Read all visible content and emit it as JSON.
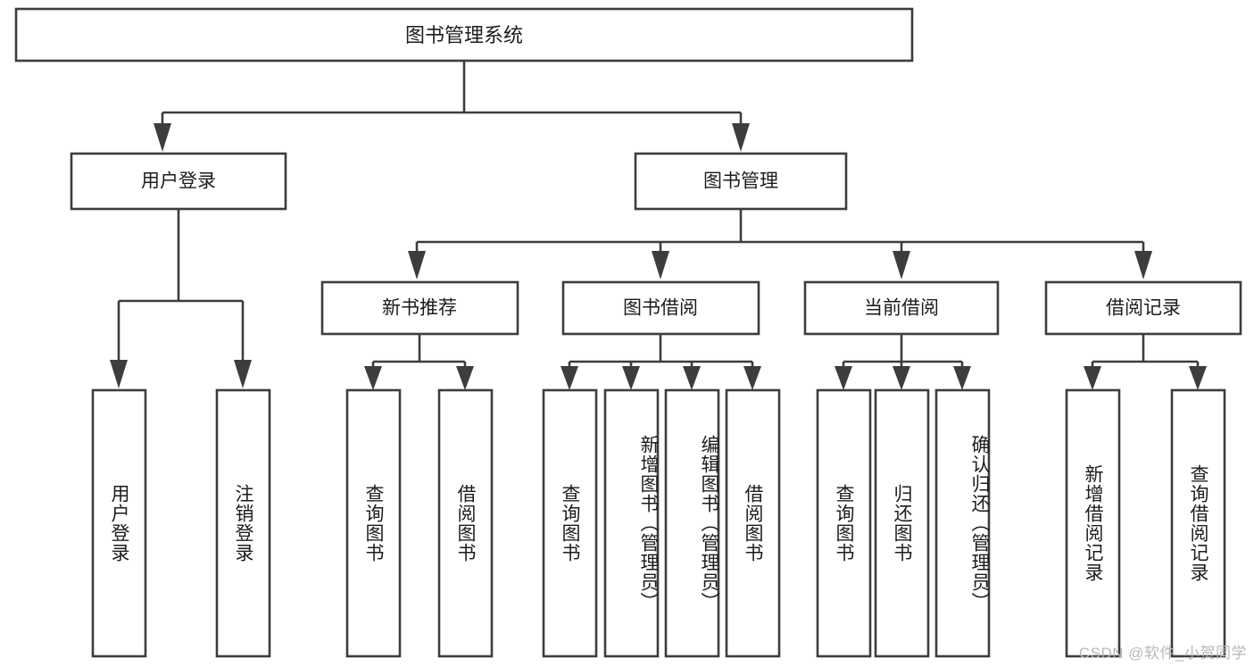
{
  "diagram": {
    "type": "tree",
    "title": "图书管理系统",
    "root": {
      "label": "图书管理系统",
      "children": [
        {
          "label": "用户登录",
          "children": [
            {
              "label": "用户登录"
            },
            {
              "label": "注销登录"
            }
          ]
        },
        {
          "label": "图书管理",
          "children": [
            {
              "label": "新书推荐",
              "children": [
                {
                  "label": "查询图书"
                },
                {
                  "label": "借阅图书"
                }
              ]
            },
            {
              "label": "图书借阅",
              "children": [
                {
                  "label": "查询图书"
                },
                {
                  "label": "新增图书（管理员）"
                },
                {
                  "label": "编辑图书（管理员）"
                },
                {
                  "label": "借阅图书"
                }
              ]
            },
            {
              "label": "当前借阅",
              "children": [
                {
                  "label": "查询图书"
                },
                {
                  "label": "归还图书"
                },
                {
                  "label": "确认归还（管理员）"
                }
              ]
            },
            {
              "label": "借阅记录",
              "children": [
                {
                  "label": "新增借阅记录"
                },
                {
                  "label": "查询借阅记录"
                }
              ]
            }
          ]
        }
      ]
    },
    "nodes": {
      "root": "图书管理系统",
      "l2_user_login": "用户登录",
      "l2_book_mgmt": "图书管理",
      "l3_new_book_rec": "新书推荐",
      "l3_book_borrow": "图书借阅",
      "l3_current_borrow": "当前借阅",
      "l3_borrow_record": "借阅记录",
      "leaf_user_login": "用户登录",
      "leaf_logout": "注销登录",
      "leaf_query_book_1": "查询图书",
      "leaf_borrow_book_1": "借阅图书",
      "leaf_query_book_2": "查询图书",
      "leaf_add_book_admin": "新增图书（管理员）",
      "leaf_edit_book_admin": "编辑图书（管理员）",
      "leaf_borrow_book_2": "借阅图书",
      "leaf_query_book_3": "查询图书",
      "leaf_return_book": "归还图书",
      "leaf_confirm_return_admin": "确认归还（管理员）",
      "leaf_add_borrow_record": "新增借阅记录",
      "leaf_query_borrow_record": "查询借阅记录"
    },
    "colors": {
      "stroke": "#3d3d3d",
      "fill": "#ffffff",
      "text": "#1c1c1c",
      "watermark": "#b8b8b8"
    }
  },
  "watermark": {
    "text": "CSDN @软件_小贺同学"
  }
}
